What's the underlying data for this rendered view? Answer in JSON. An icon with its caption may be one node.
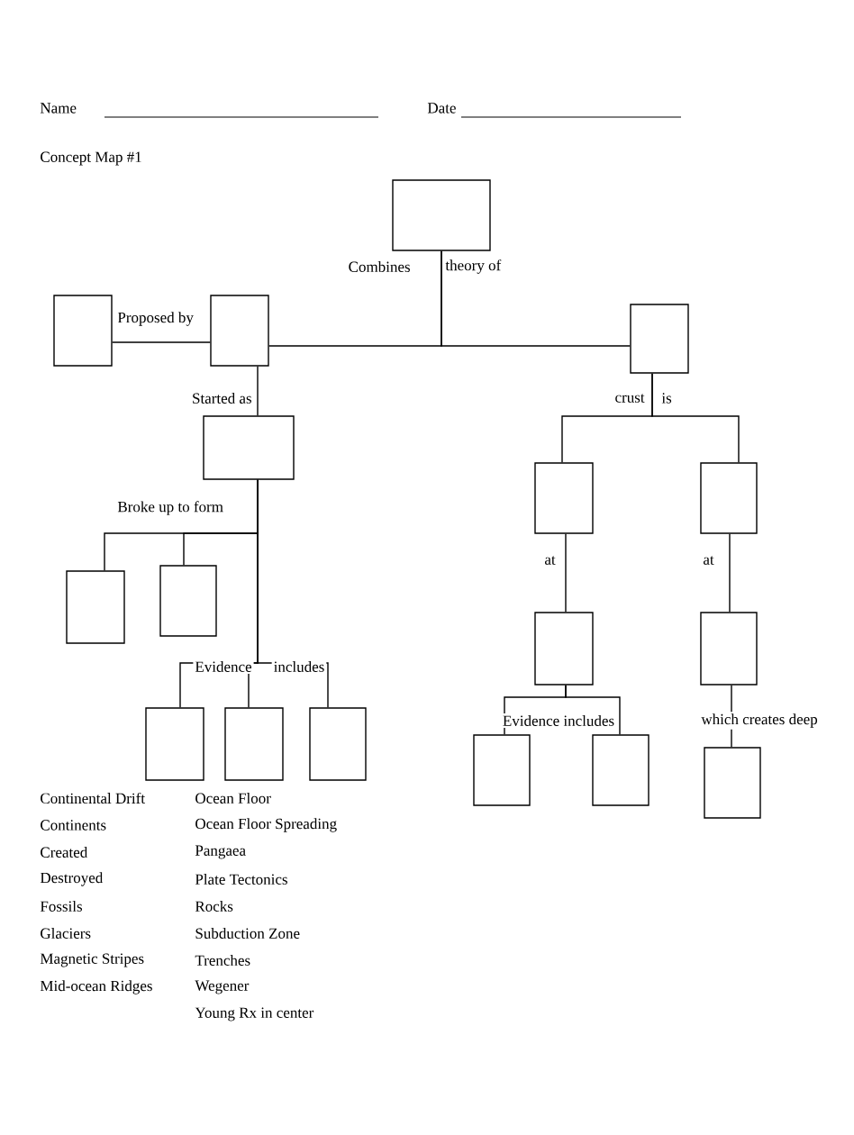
{
  "diagram": {
    "nodes": [
      {
        "text": [],
        "shape": "box"
      },
      {
        "text": [],
        "shape": "box"
      },
      {
        "text": [],
        "shape": "box"
      },
      {
        "text": [],
        "shape": "box"
      },
      {
        "text": [],
        "shape": "box"
      },
      {
        "text": [],
        "shape": "box"
      },
      {
        "text": [],
        "shape": "box"
      },
      {
        "text": [],
        "shape": "box"
      },
      {
        "text": [],
        "shape": "box"
      },
      {
        "text": [],
        "shape": "box"
      },
      {
        "text": [],
        "shape": "box"
      },
      {
        "text": [],
        "shape": "box"
      },
      {
        "text": [],
        "shape": "box"
      },
      {
        "text": [],
        "shape": "box"
      },
      {
        "text": [],
        "shape": "box"
      },
      {
        "text": [],
        "shape": "box"
      },
      {
        "text": [],
        "shape": "box"
      }
    ],
    "edges": [
      {
        "from": 0,
        "to": 2,
        "arrow": "none",
        "label": "Combines"
      },
      {
        "from": 0,
        "to": 3,
        "arrow": "none",
        "label": "theory of"
      },
      {
        "from": 1,
        "to": 2,
        "arrow": "none",
        "label": "Proposed by"
      },
      {
        "from": 2,
        "to": 4,
        "arrow": "none",
        "label": "Started as"
      },
      {
        "from": 4,
        "to": 5,
        "arrow": "none",
        "label": "Broke up to form"
      },
      {
        "from": 4,
        "to": 6,
        "arrow": "none"
      },
      {
        "from": 4,
        "to": 7,
        "arrow": "none",
        "label": "Evidence"
      },
      {
        "from": 4,
        "to": 8,
        "arrow": "none"
      },
      {
        "from": 4,
        "to": 9,
        "arrow": "none",
        "label": "includes"
      },
      {
        "from": 3,
        "to": 10,
        "arrow": "none",
        "label": "crust"
      },
      {
        "from": 3,
        "to": 11,
        "arrow": "none",
        "label": "is"
      },
      {
        "from": 10,
        "to": 12,
        "arrow": "none",
        "label": "at"
      },
      {
        "from": 11,
        "to": 13,
        "arrow": "none",
        "label": "at"
      },
      {
        "from": 12,
        "to": 14,
        "arrow": "none",
        "label": "Evidence includes"
      },
      {
        "from": 12,
        "to": 15,
        "arrow": "none"
      },
      {
        "from": 13,
        "to": 16,
        "arrow": "none",
        "label": "which creates deep"
      }
    ],
    "labels": [
      "Name",
      "Date",
      "Concept Map #1",
      "Continental Drift",
      "Ocean Floor",
      "Continents",
      "Ocean Floor Spreading",
      "Created",
      "Pangaea",
      "Destroyed",
      "Plate Tectonics",
      "Fossils",
      "Rocks",
      "Glaciers",
      "Subduction Zone",
      "Magnetic Stripes",
      "Trenches",
      "Mid-ocean Ridges",
      "Wegener",
      "Young Rx in center"
    ]
  }
}
